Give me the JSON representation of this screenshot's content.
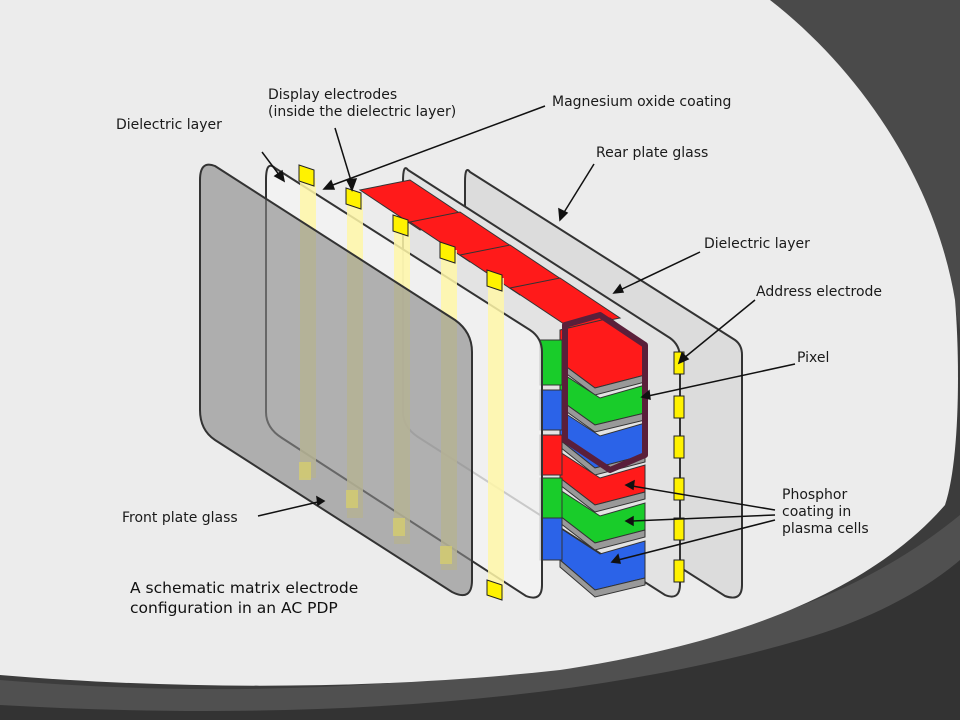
{
  "labels": {
    "display_electrodes": "Display electrodes\n(inside the dielectric layer)",
    "magnesium_oxide": "Magnesium oxide coating",
    "dielectric_front": "Dielectric layer",
    "rear_plate_glass": "Rear plate glass",
    "dielectric_rear": "Dielectric layer",
    "address_electrode": "Address electrode",
    "pixel": "Pixel",
    "phosphor": "Phosphor\ncoating in\nplasma cells",
    "front_plate_glass": "Front plate glass"
  },
  "caption": "A schematic matrix electrode\nconfiguration in an AC PDP",
  "colors": {
    "slide_background": "#3d3d3d",
    "panel": "#ebebeb",
    "electrode": "#fff200",
    "phosphor_red": "#ff1a1a",
    "phosphor_green": "#19cc2a",
    "phosphor_blue": "#2b63e8",
    "pixel_outline": "#5a1f3a"
  }
}
